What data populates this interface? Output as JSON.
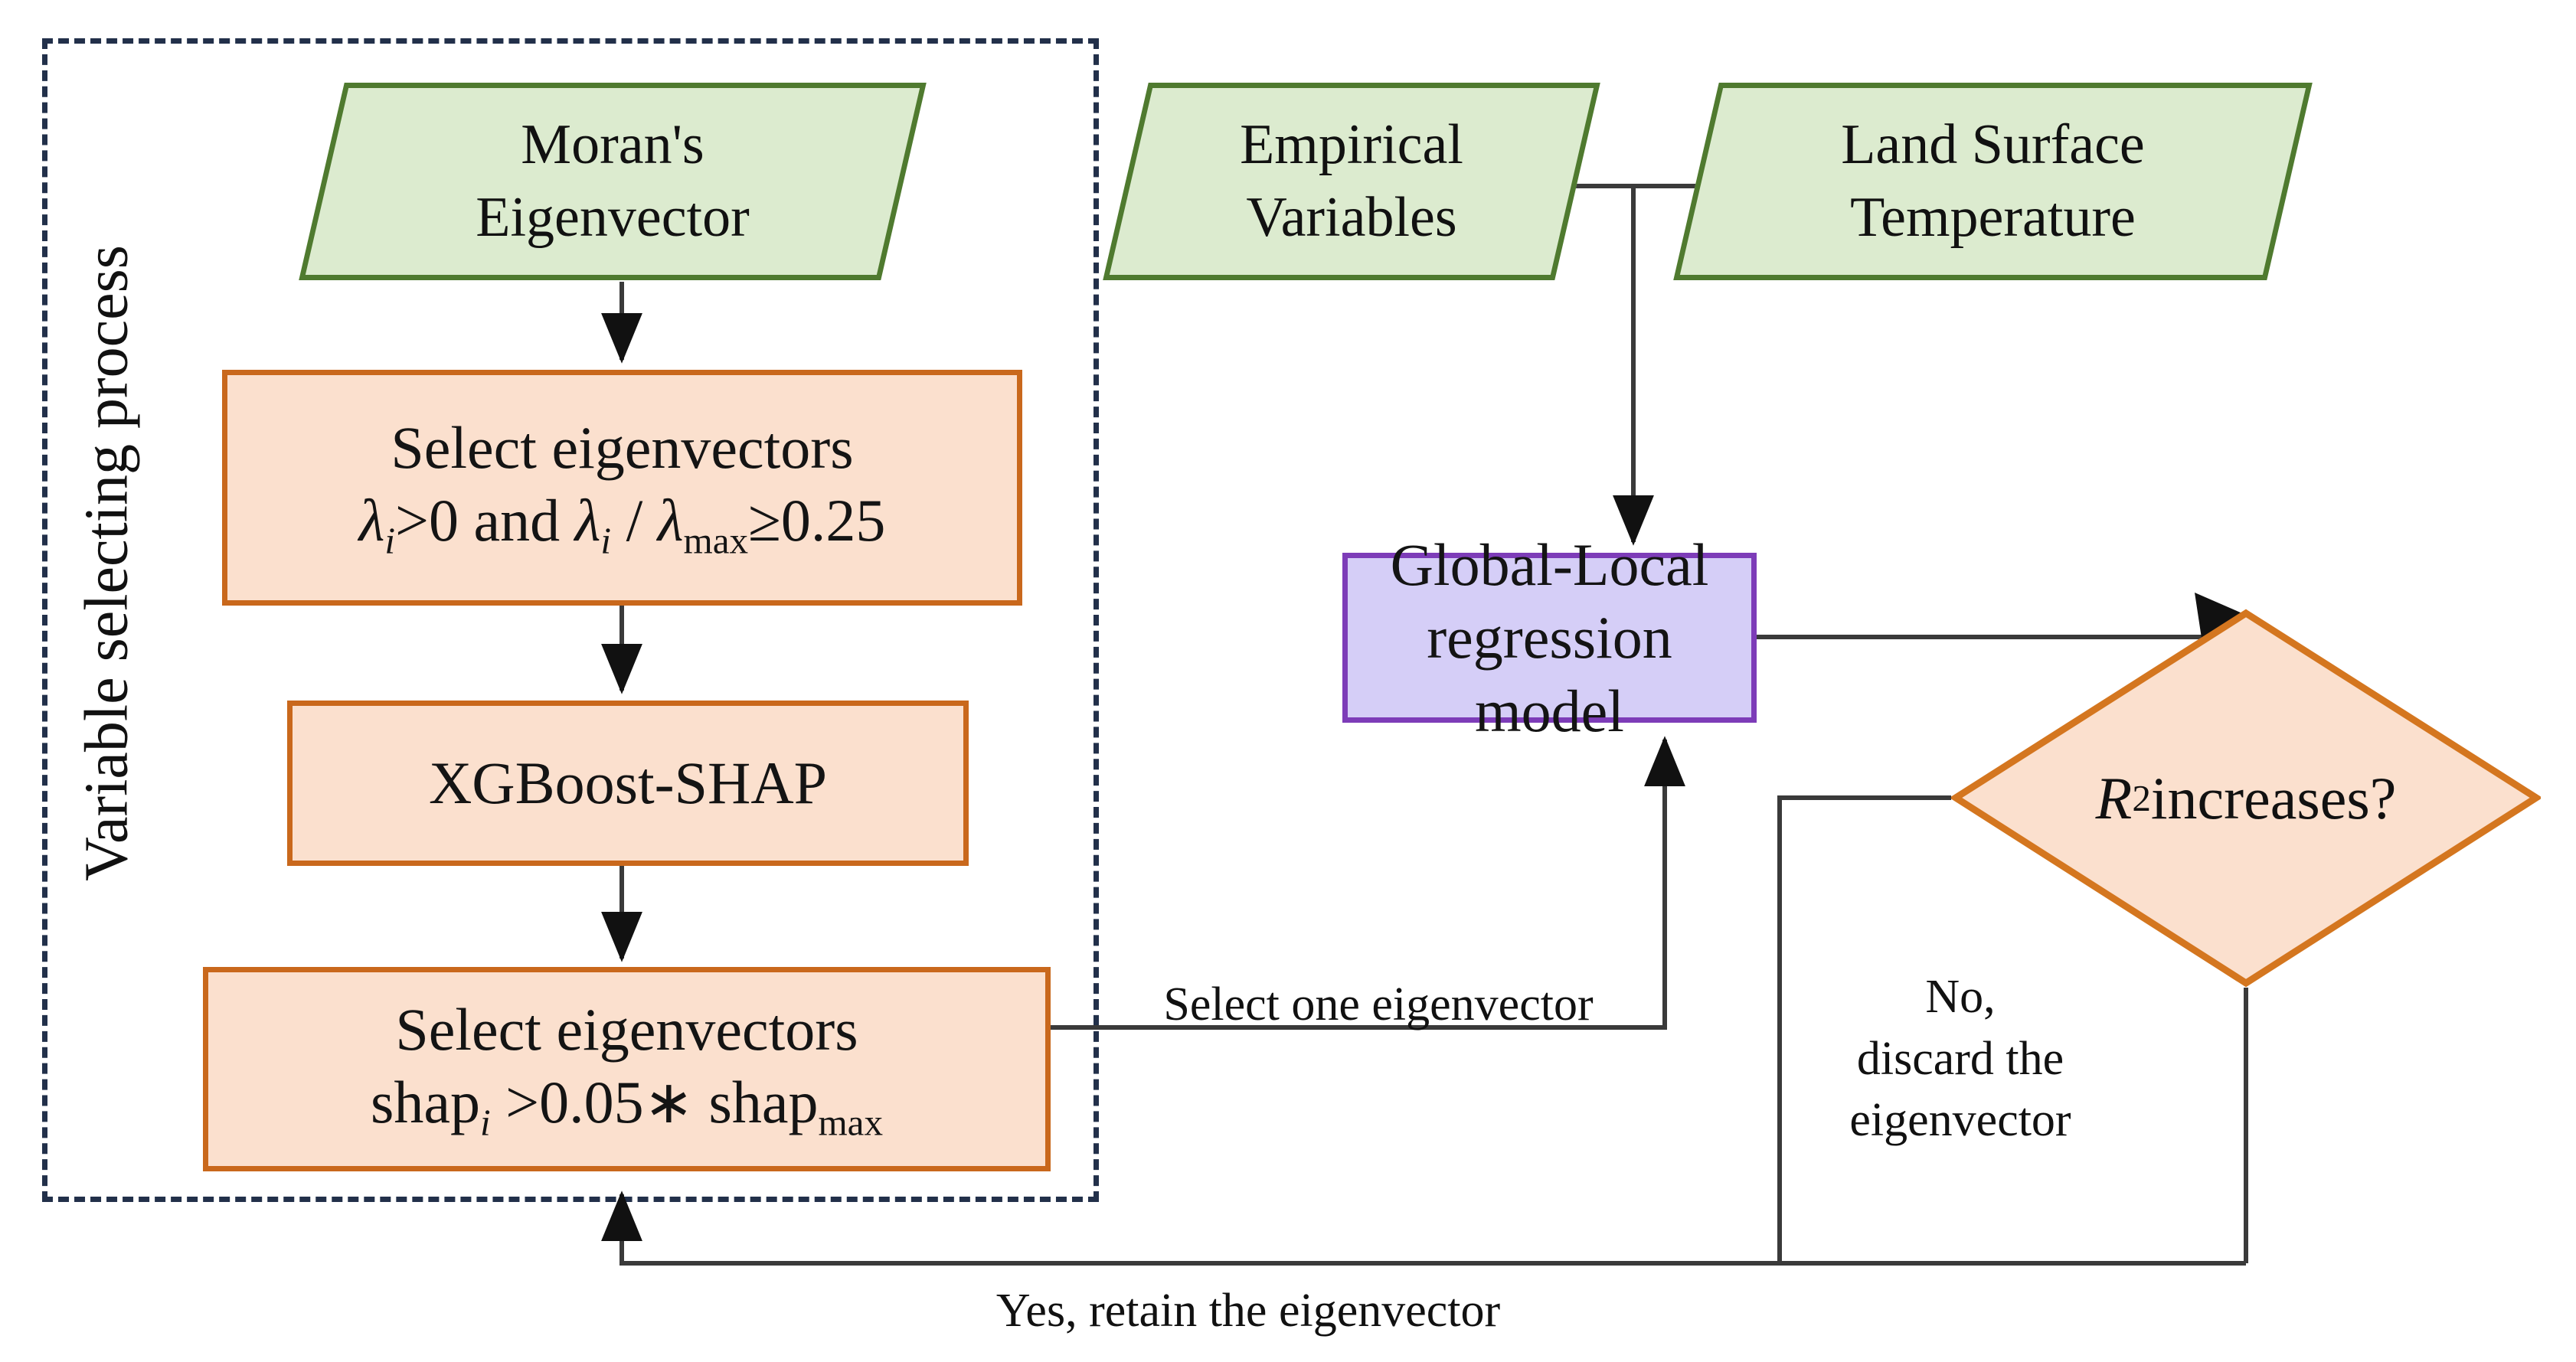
{
  "diagram": {
    "type": "flowchart",
    "title": "Variable selecting process and Global-Local regression workflow",
    "group_label": "Variable selecting process",
    "colors": {
      "green_fill": "#dcebcf",
      "green_border": "#4f7a2f",
      "orange_fill": "#fbe0ce",
      "orange_border": "#c9681c",
      "purple_fill": "#d5cef7",
      "purple_border": "#7d3cb8",
      "dashed_border": "#22304a",
      "connector": "#3a3a3a"
    }
  },
  "nodes": {
    "morans_eigenvector": {
      "line1": "Moran's",
      "line2": "Eigenvector",
      "shape": "parallelogram"
    },
    "empirical_variables": {
      "line1": "Empirical",
      "line2": "Variables",
      "shape": "parallelogram"
    },
    "land_surface_temperature": {
      "line1": "Land Surface",
      "line2": "Temperature",
      "shape": "parallelogram"
    },
    "select_eigenvectors_lambda": {
      "line1": "Select eigenvectors",
      "formula_parts": {
        "lambda1": "λ",
        "sub_i_1": "i",
        "gt0": ">0 and ",
        "lambda2": "λ",
        "sub_i_2": "i",
        "slash": " / ",
        "lambda3": "λ",
        "sub_max": "max",
        "ge": "≥0.25"
      },
      "formula_plain": "λi>0 and λi / λmax≥0.25",
      "shape": "rectangle"
    },
    "xgboost_shap": {
      "line1": "XGBoost-SHAP",
      "shape": "rectangle"
    },
    "select_eigenvectors_shap": {
      "line1": "Select eigenvectors",
      "formula_parts": {
        "shap1": "shap",
        "sub_i": "i",
        "gt": " >0.05",
        "star": "∗",
        "shap2": " shap",
        "sub_max": "max"
      },
      "formula_plain": "shapi >0.05∗ shapmax",
      "shape": "rectangle"
    },
    "global_local_regression": {
      "line1": "Global-Local",
      "line2": "regression model",
      "shape": "rectangle"
    },
    "r2_increases": {
      "prefix": "R",
      "exponent": "2",
      "suffix": " increases?",
      "plain": "R² increases?",
      "shape": "diamond"
    }
  },
  "edge_labels": {
    "select_one_eigenvector": "Select one eigenvector",
    "no_discard": {
      "line1": "No,",
      "line2": "discard the",
      "line3": "eigenvector"
    },
    "yes_retain": "Yes, retain the eigenvector"
  }
}
